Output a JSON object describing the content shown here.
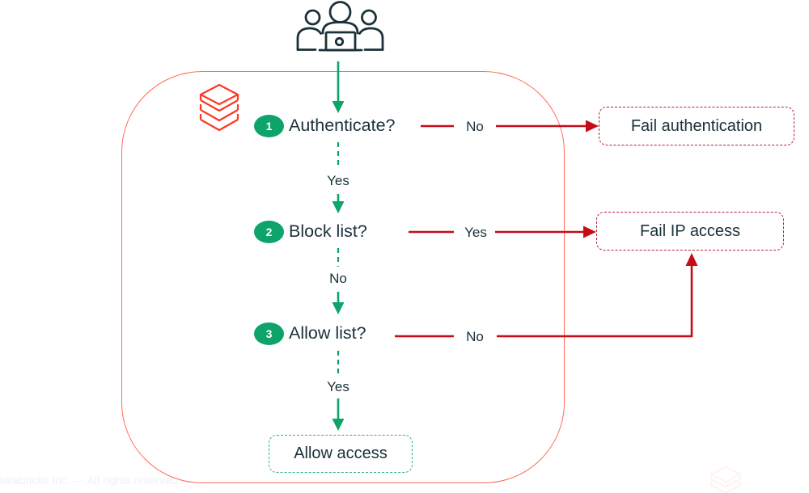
{
  "colors": {
    "green": "#0EA36B",
    "green_box_border": "#2EB27D",
    "red_arrow": "#C60C17",
    "fail_box_border": "#B51F3A",
    "boundary_border": "#FF6B57",
    "brand_red": "#FF3621",
    "text_navy": "#1B3139"
  },
  "steps": [
    {
      "number": "1",
      "label": "Authenticate?"
    },
    {
      "number": "2",
      "label": "Block list?"
    },
    {
      "number": "3",
      "label": "Allow list?"
    }
  ],
  "edges": {
    "auth_no": "No",
    "auth_yes": "Yes",
    "block_yes": "Yes",
    "block_no": "No",
    "allow_no": "No",
    "allow_yes": "Yes"
  },
  "outcomes": {
    "fail_authentication": "Fail authentication",
    "fail_ip_access": "Fail IP access",
    "allow_access": "Allow access"
  },
  "footer": {
    "copyright": "Databricks Inc. — All rights reserved"
  }
}
